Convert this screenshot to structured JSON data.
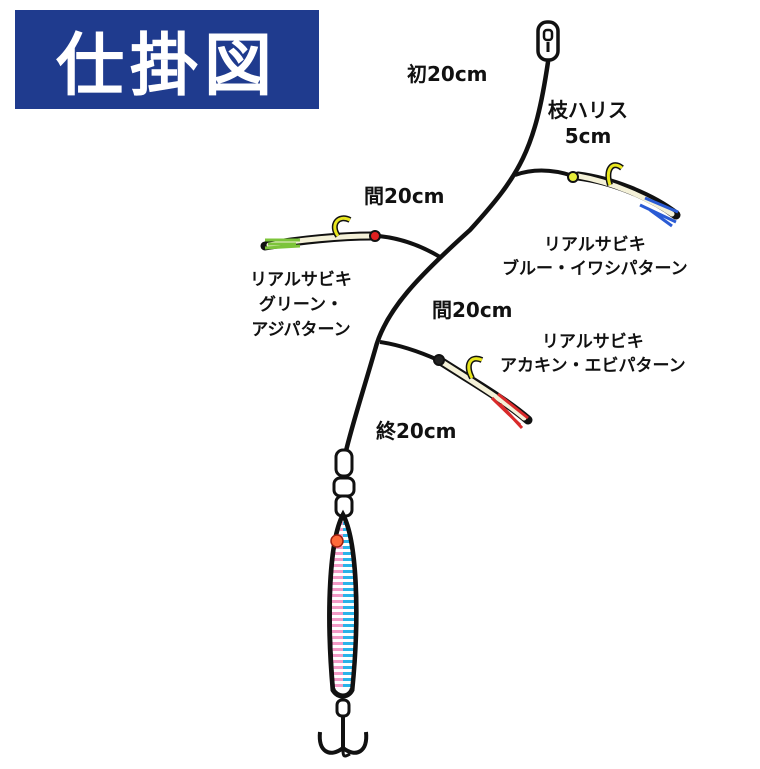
{
  "title": "仕掛図",
  "labels": {
    "first": "初20cm",
    "branch_title": "枝ハリス",
    "branch_length": "5cm",
    "middle1": "間20cm",
    "middle2": "間20cm",
    "last": "終20cm"
  },
  "branches": {
    "blue": {
      "name": "リアルサビキ",
      "pattern": "ブルー・イワシパターン"
    },
    "green": {
      "name": "リアルサビキ",
      "pattern1": "グリーン・",
      "pattern2": "アジパターン"
    },
    "red": {
      "name": "リアルサビキ",
      "pattern": "アカキン・エビパターン"
    }
  },
  "colors": {
    "title_bg": "#1f3b8e",
    "title_text": "#ffffff",
    "line": "#111111",
    "bead_yellow": "#e6ec3b",
    "bead_red": "#e02020",
    "hook": "#e8e61e",
    "skirt_blue": "#2a5bd4",
    "skirt_green": "#7cc43a",
    "skirt_red": "#d92a2a",
    "jig_pink": "#f29ac6",
    "jig_blue": "#2ab3e8"
  }
}
